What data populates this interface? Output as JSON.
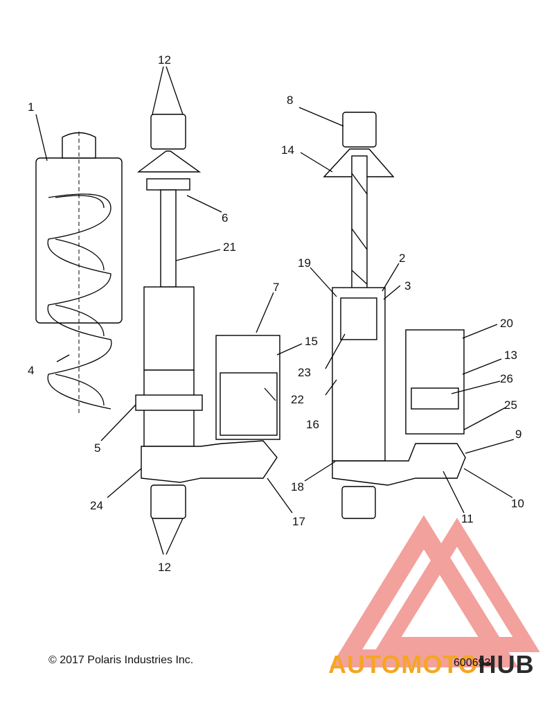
{
  "callouts": {
    "c1": "1",
    "c2": "2",
    "c3": "3",
    "c4": "4",
    "c5": "5",
    "c6": "6",
    "c7": "7",
    "c8": "8",
    "c9": "9",
    "c10": "10",
    "c11": "11",
    "c12a": "12",
    "c12b": "12",
    "c13": "13",
    "c14": "14",
    "c15": "15",
    "c16": "16",
    "c17": "17",
    "c18": "18",
    "c19": "19",
    "c20": "20",
    "c21": "21",
    "c22": "22",
    "c23": "23",
    "c24": "24",
    "c25": "25",
    "c26": "26"
  },
  "footer": {
    "copyright": "© 2017 Polaris Industries Inc.",
    "figure_number": "600693"
  },
  "watermark": {
    "part1": "AUTOMOTO",
    "part2": "HUB",
    "colors": {
      "triangle": "#e8554e",
      "text_orange": "#f5a623",
      "text_dark": "#2b2b2b"
    }
  }
}
